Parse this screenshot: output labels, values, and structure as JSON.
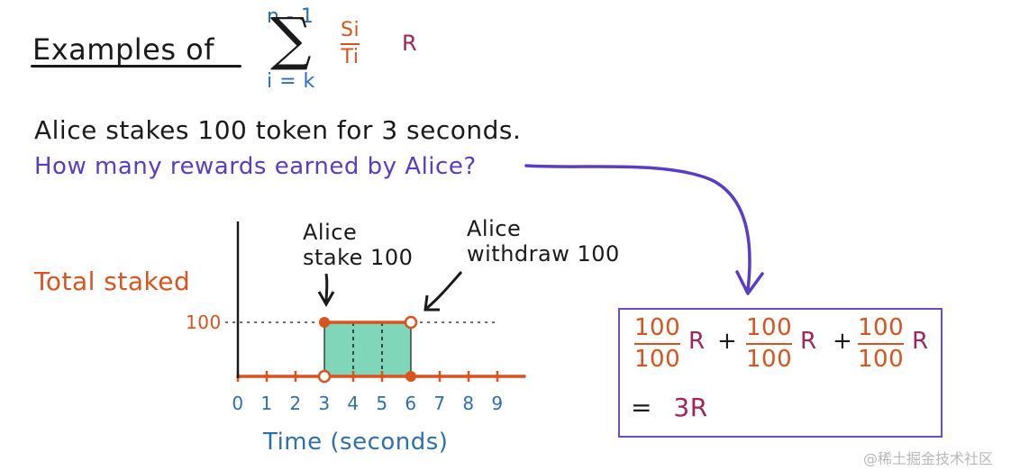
{
  "title": "Examples of",
  "formula": {
    "upper": "n - 1",
    "lower": "i = k",
    "numerator": "Si",
    "denominator": "Ti",
    "multiplier": "R"
  },
  "statement": "Alice stakes 100 token for 3 seconds.",
  "question": "How many rewards earned by Alice?",
  "annotations": {
    "stake": [
      "Alice",
      "stake 100"
    ],
    "withdraw": [
      "Alice",
      "withdraw 100"
    ]
  },
  "chart_data": {
    "type": "step",
    "ylabel": "Total staked",
    "xlabel": "Time (seconds)",
    "x_ticks": [
      "0",
      "1",
      "2",
      "3",
      "4",
      "5",
      "6",
      "7",
      "8",
      "9"
    ],
    "y_ticks": [
      "100"
    ],
    "series": [
      {
        "x": [
          0,
          3,
          3,
          6,
          6,
          10
        ],
        "y": [
          0,
          0,
          100,
          100,
          0,
          0
        ]
      }
    ],
    "shaded_region": {
      "x": [
        3,
        6
      ],
      "y": [
        0,
        100
      ]
    },
    "dashed_lines_x": [
      4,
      5
    ],
    "events": [
      {
        "x": 3,
        "action": "stake",
        "amount": 100
      },
      {
        "x": 6,
        "action": "withdraw",
        "amount": 100
      }
    ]
  },
  "result_box": {
    "terms": [
      {
        "num": "100",
        "den": "100",
        "mult": "R"
      },
      {
        "num": "100",
        "den": "100",
        "mult": "R"
      },
      {
        "num": "100",
        "den": "100",
        "mult": "R"
      }
    ],
    "plus": "+",
    "equals": "=",
    "result": "3R"
  },
  "watermark": "@稀土掘金技术社区",
  "colors": {
    "orange": "#d9531e",
    "blue": "#2e6fb0",
    "purple": "#5b3cc4",
    "maroon": "#a0245a",
    "teal_fill": "#7fd6b8"
  }
}
